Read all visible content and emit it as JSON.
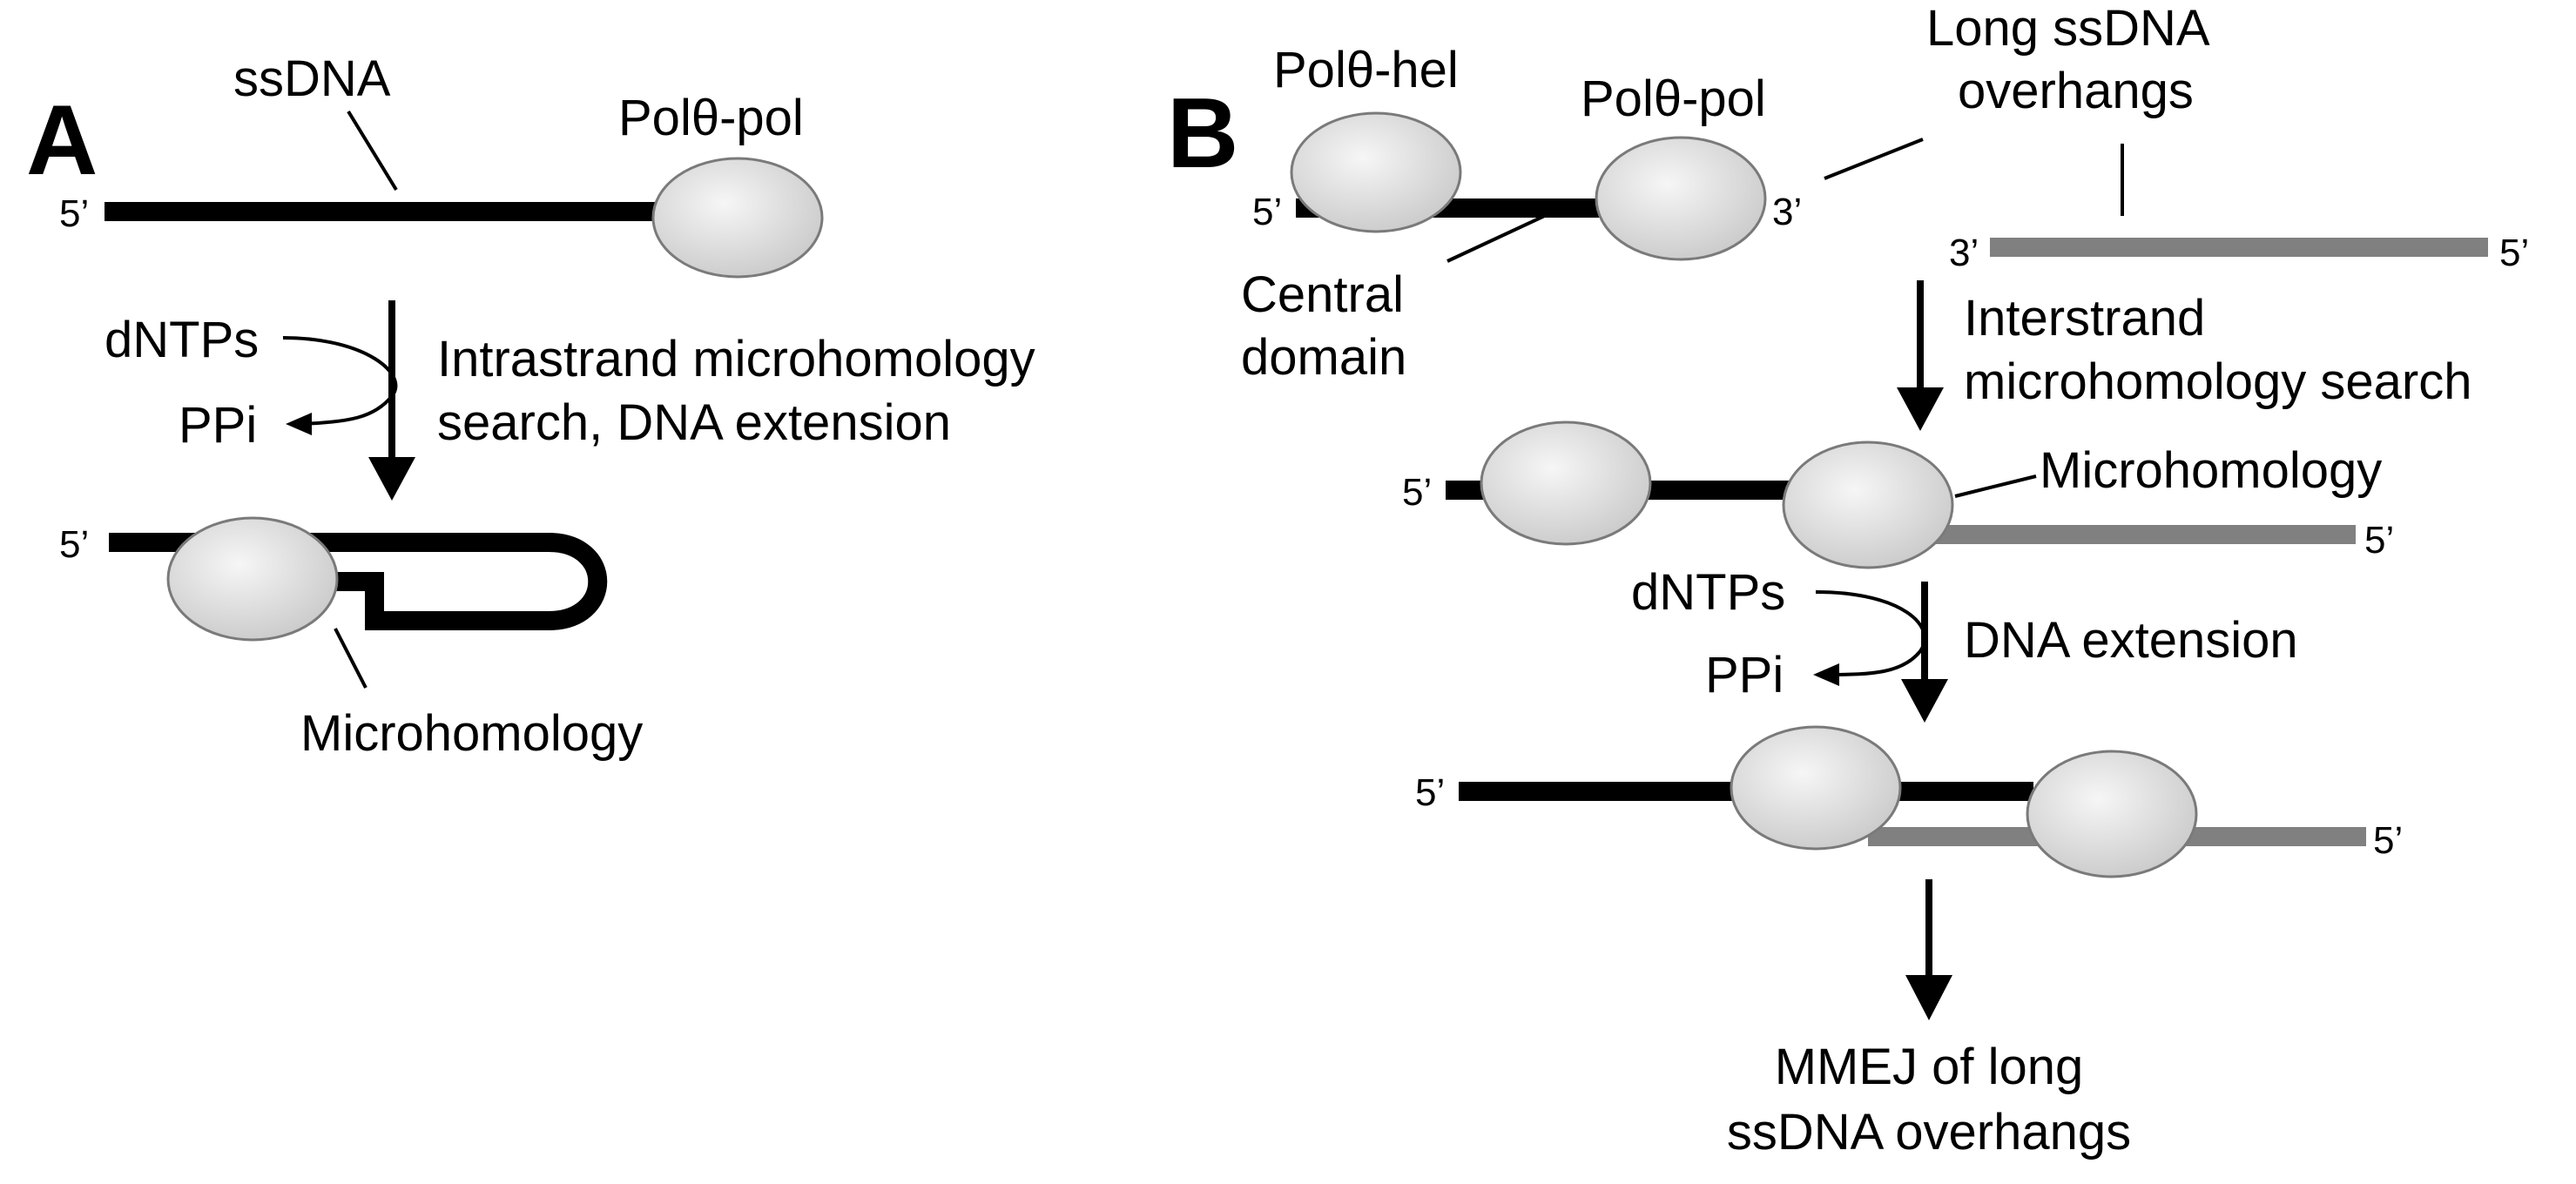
{
  "colors": {
    "strand_primary": "#000000",
    "strand_partner": "#808080",
    "protein_fill_light": "#f4f4f4",
    "protein_fill_dark": "#cfcfcf",
    "protein_outline": "#7a7a7a"
  },
  "panel_a": {
    "letter": "A",
    "ssdna_label": "ssDNA",
    "pol_label": "Polθ-pol",
    "five_prime_top": "5’",
    "dntps": "dNTPs",
    "ppi": "PPi",
    "step_line1": "Intrastrand microhomology",
    "step_line2": "search, DNA extension",
    "five_prime_bottom": "5’",
    "microhomology": "Microhomology"
  },
  "panel_b": {
    "letter": "B",
    "hel_label": "Polθ-hel",
    "pol_label": "Polθ-pol",
    "overhang_line1": "Long ssDNA",
    "overhang_line2": "overhangs",
    "five_prime_1": "5’",
    "three_prime_1": "3’",
    "partner_three": "3’",
    "partner_five": "5’",
    "central_line1": "Central",
    "central_line2": "domain",
    "search_line1": "Interstrand",
    "search_line2": "microhomology search",
    "row2_five_left": "5’",
    "row2_five_right": "5’",
    "microhomology": "Microhomology",
    "dntps": "dNTPs",
    "ppi": "PPi",
    "extension": "DNA extension",
    "row3_five_left": "5’",
    "row3_five_right": "5’",
    "result_line1": "MMEJ of long",
    "result_line2": "ssDNA overhangs"
  }
}
